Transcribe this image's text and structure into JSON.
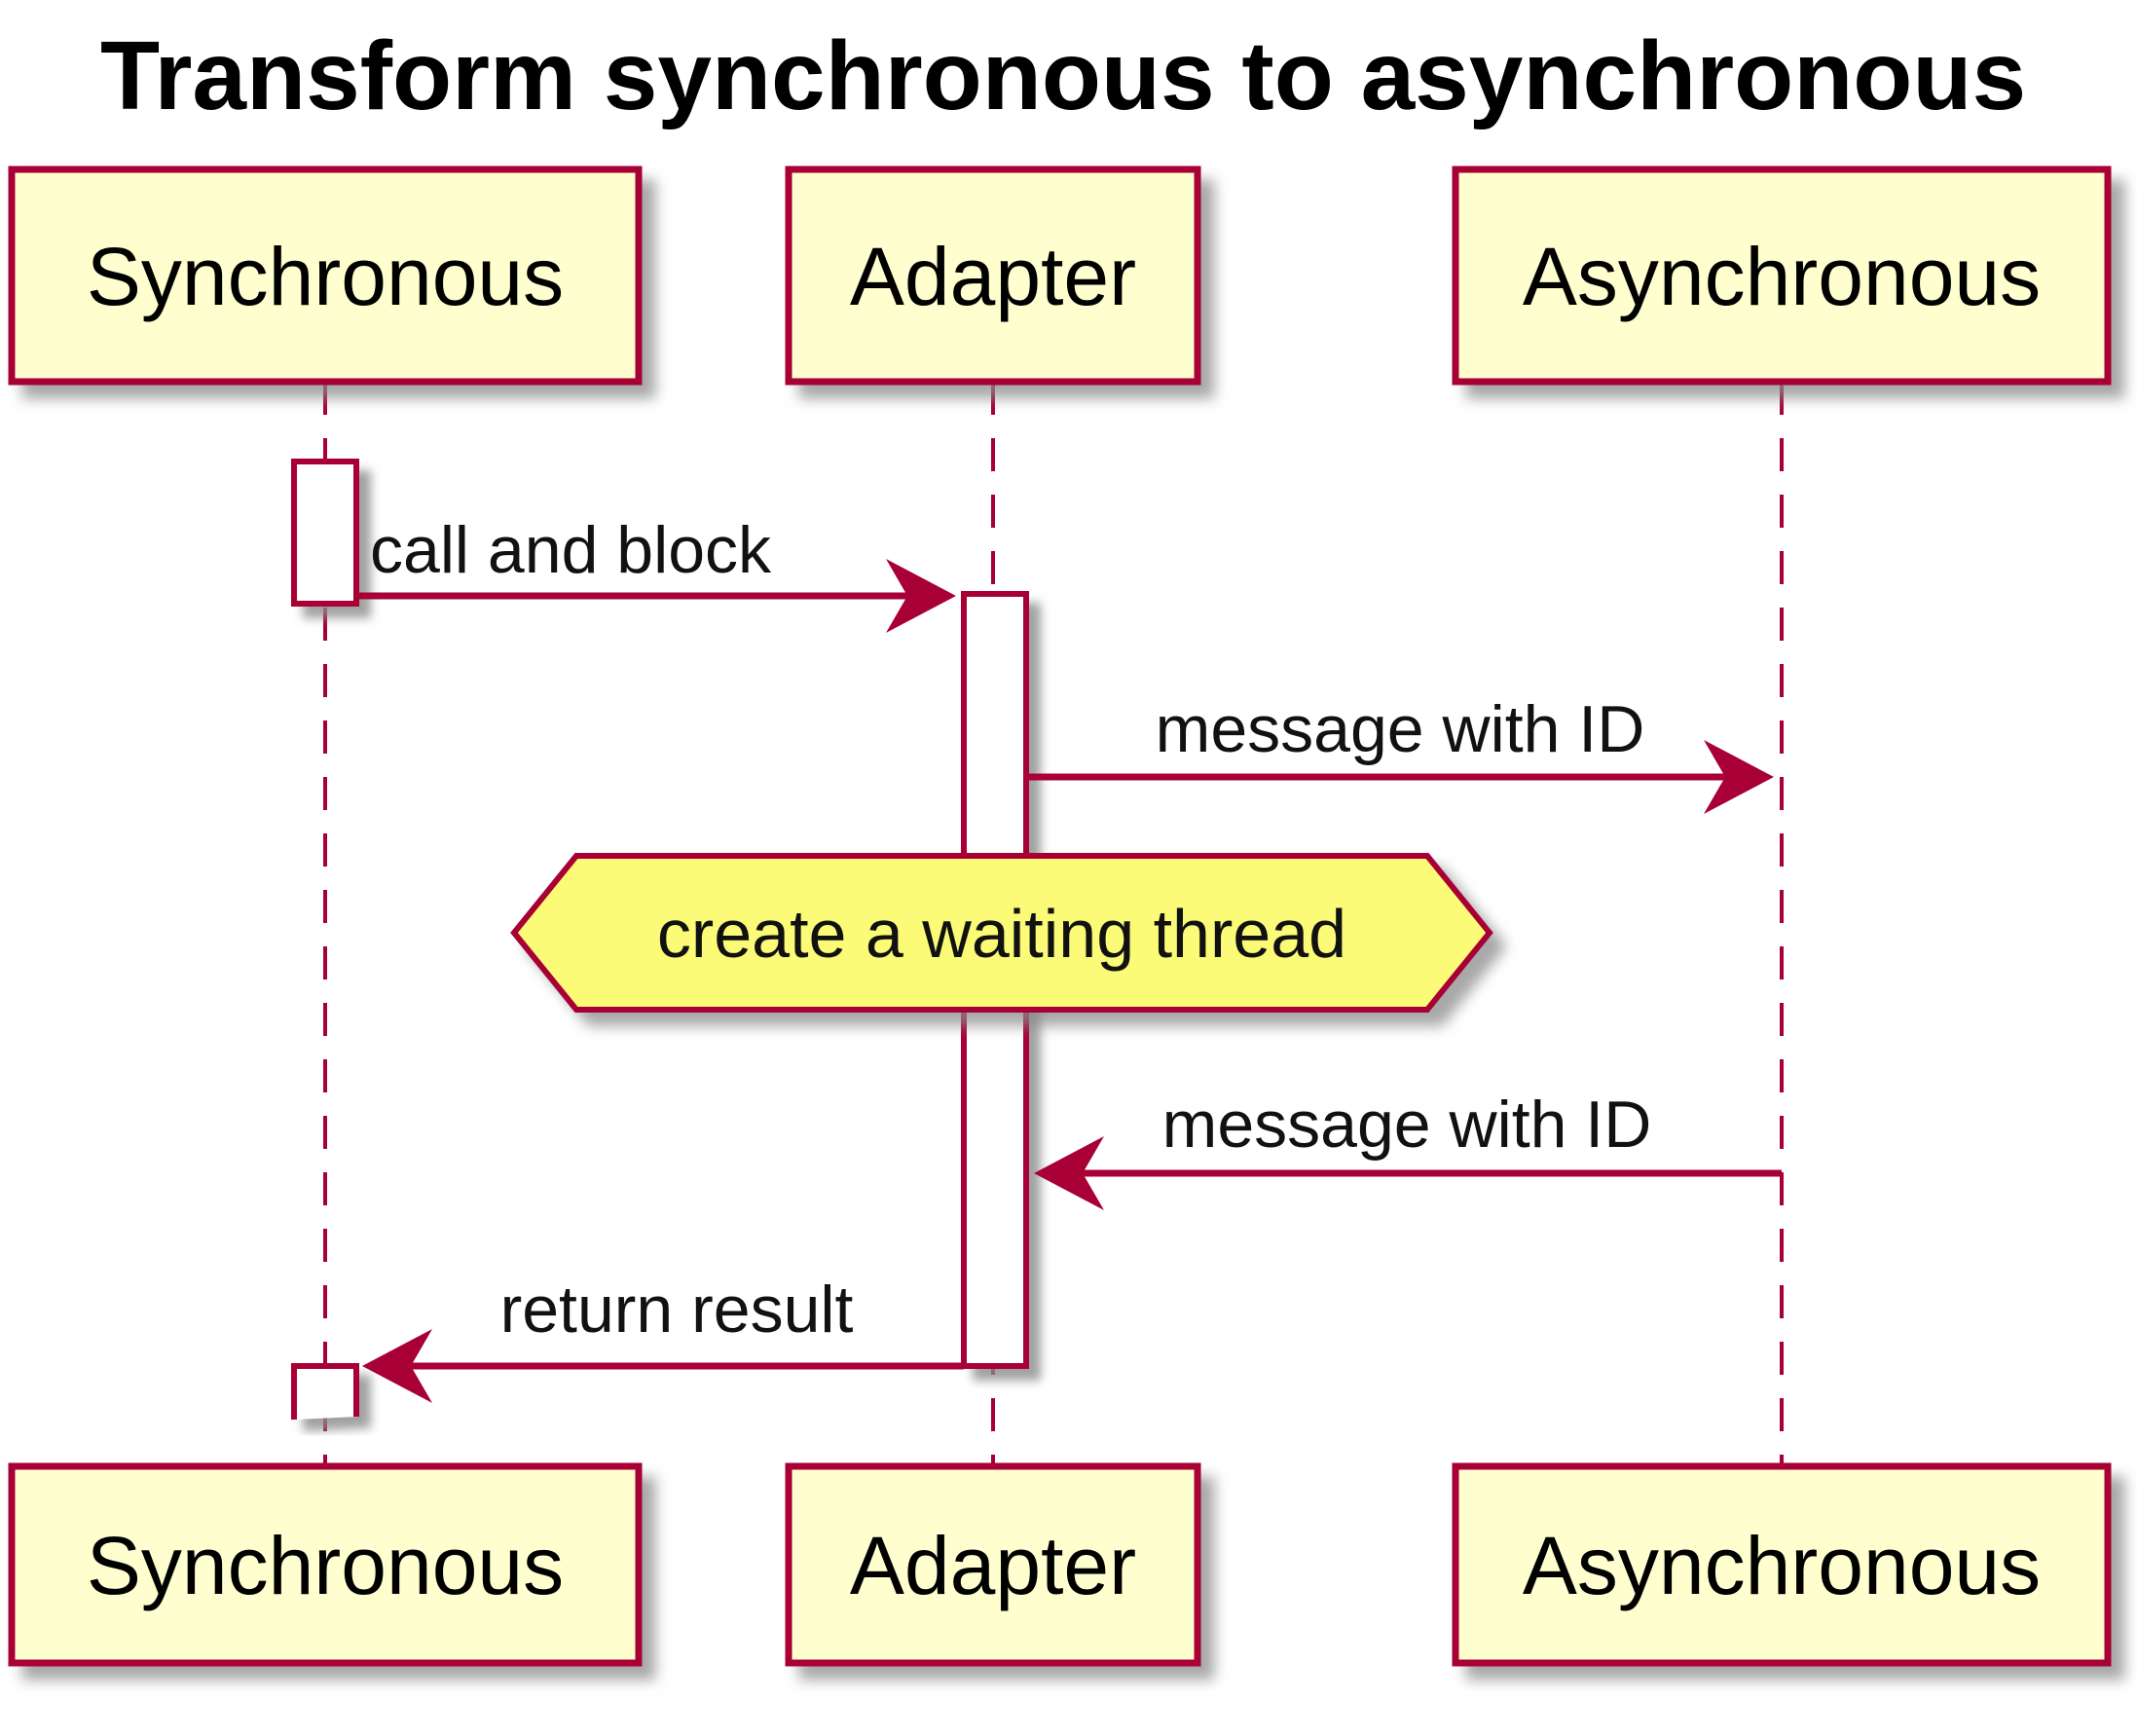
{
  "title": "Transform synchronous to asynchronous",
  "participants": [
    {
      "id": "synchronous",
      "label": "Synchronous"
    },
    {
      "id": "adapter",
      "label": "Adapter"
    },
    {
      "id": "asynchronous",
      "label": "Asynchronous"
    }
  ],
  "messages": [
    {
      "from": "Synchronous",
      "to": "Adapter",
      "label": "call and block"
    },
    {
      "from": "Adapter",
      "to": "Asynchronous",
      "label": "message with ID"
    },
    {
      "from": "Asynchronous",
      "to": "Adapter",
      "label": "message with ID"
    },
    {
      "from": "Adapter",
      "to": "Synchronous",
      "label": "return result"
    }
  ],
  "note": {
    "label": "create a waiting thread"
  },
  "colors": {
    "accent_border": "#A80036",
    "participant_fill": "#FEFECE",
    "note_fill": "#FBFB77",
    "activation_fill": "#FFFFFF",
    "text": "#000000",
    "shadow": "#999999",
    "background": "#FFFFFF"
  }
}
